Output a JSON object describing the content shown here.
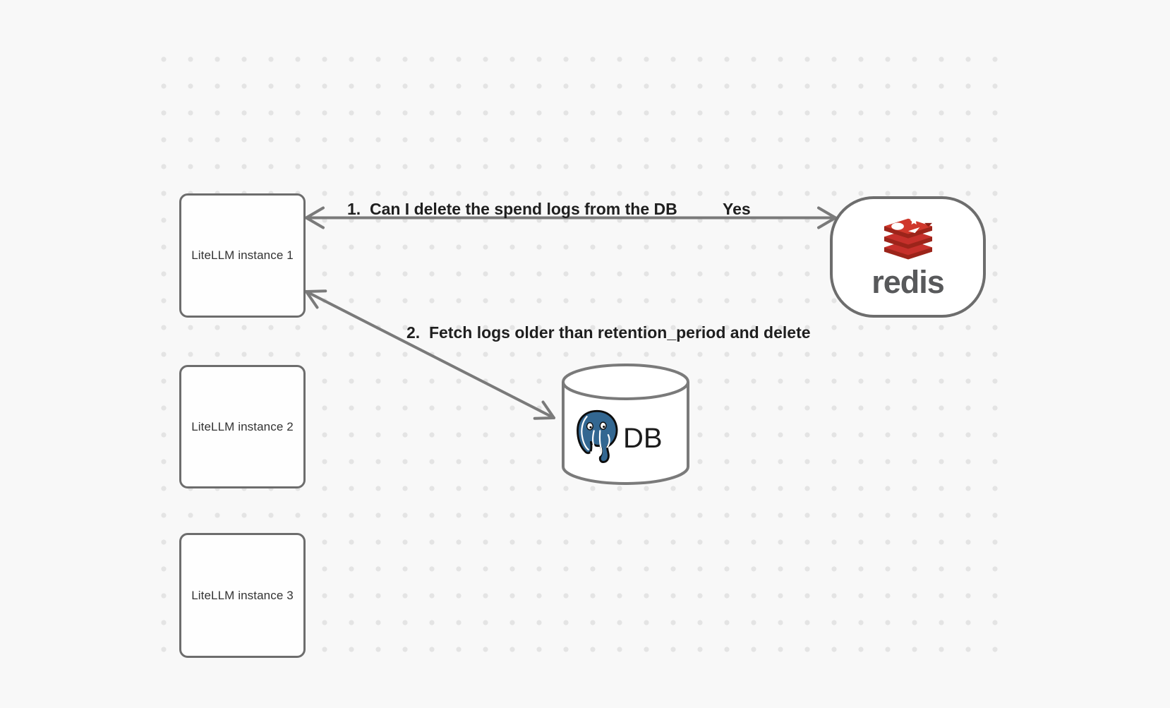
{
  "diagram": {
    "nodes": {
      "instance1": {
        "label": "LiteLLM instance 1",
        "shape": "rectangle"
      },
      "instance2": {
        "label": "LiteLLM instance 2",
        "shape": "rectangle"
      },
      "instance3": {
        "label": "LiteLLM instance 3",
        "shape": "rectangle"
      },
      "redis": {
        "label": "redis",
        "shape": "rounded-rectangle",
        "icon": "redis-logo"
      },
      "database": {
        "label": "DB",
        "shape": "cylinder",
        "icon": "postgresql-elephant-logo"
      }
    },
    "edges": {
      "edge1": {
        "label": "1.  Can I delete the spend logs from the DB",
        "response": "Yes",
        "from": "LiteLLM instance 1",
        "to": "redis",
        "bidirectional": true
      },
      "edge2": {
        "label": "2.  Fetch logs older than retention_period and delete",
        "from": "LiteLLM instance 1",
        "to": "DB",
        "bidirectional": true
      }
    },
    "colors": {
      "canvas_background": "#f8f8f8",
      "grid_dot": "#e4e4e4",
      "shape_stroke": "#6d6d6d",
      "arrow_stroke": "#7a7a7a",
      "label_text": "#1f1f1f",
      "node_text": "#333333",
      "redis_red": "#c6302b",
      "redis_red_dark": "#9c241a",
      "redis_wordmark_gray": "#58595b",
      "postgres_blue": "#336791"
    }
  }
}
